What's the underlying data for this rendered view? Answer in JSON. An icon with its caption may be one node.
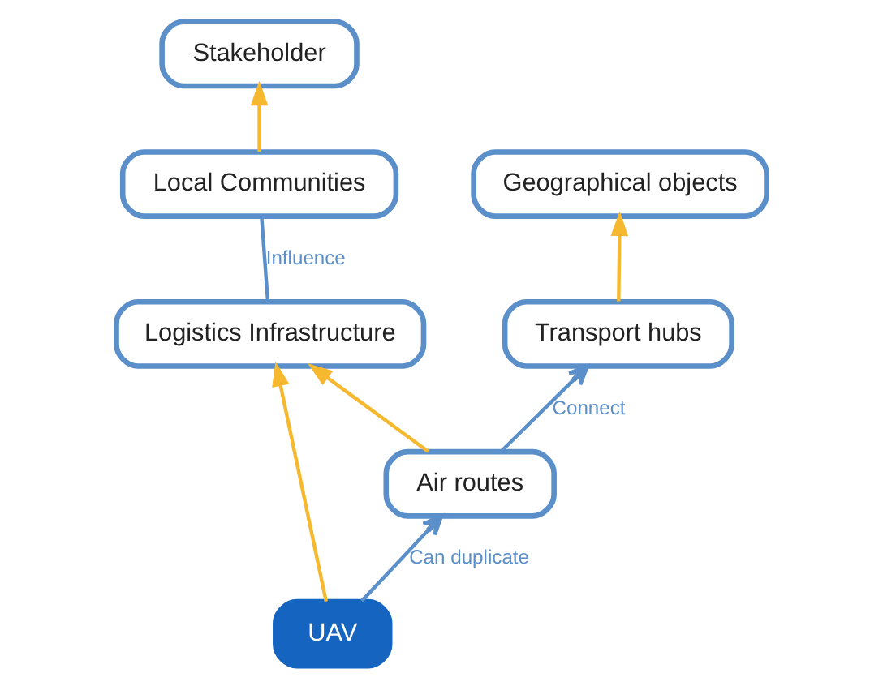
{
  "diagram": {
    "nodes": [
      {
        "text": [
          "Stakeholder"
        ]
      },
      {
        "text": [
          "Geographical objects"
        ]
      },
      {
        "text": [
          "Local Communities"
        ]
      },
      {
        "text": [
          "Transport hubs"
        ]
      },
      {
        "text": [
          "Logistics Infrastructure"
        ]
      },
      {
        "text": [
          "Air routes"
        ]
      },
      {
        "text": [
          "UAV"
        ]
      }
    ],
    "edges": [
      {
        "from": 2,
        "to": 0,
        "arrow": "to"
      },
      {
        "from": 3,
        "to": 1,
        "arrow": "to"
      },
      {
        "from": 4,
        "to": 2,
        "arrow": "none",
        "label": "Influence",
        "color": "#5b8fc9"
      },
      {
        "from": 5,
        "to": 3,
        "arrow": "to",
        "label": "Connect",
        "color": "#5b8fc9"
      },
      {
        "from": 5,
        "to": 4,
        "arrow": "to"
      },
      {
        "from": 6,
        "to": 4,
        "arrow": "to"
      },
      {
        "from": 6,
        "to": 5,
        "arrow": "to",
        "label": "Can duplicate",
        "color": "#5b8fc9"
      }
    ]
  }
}
